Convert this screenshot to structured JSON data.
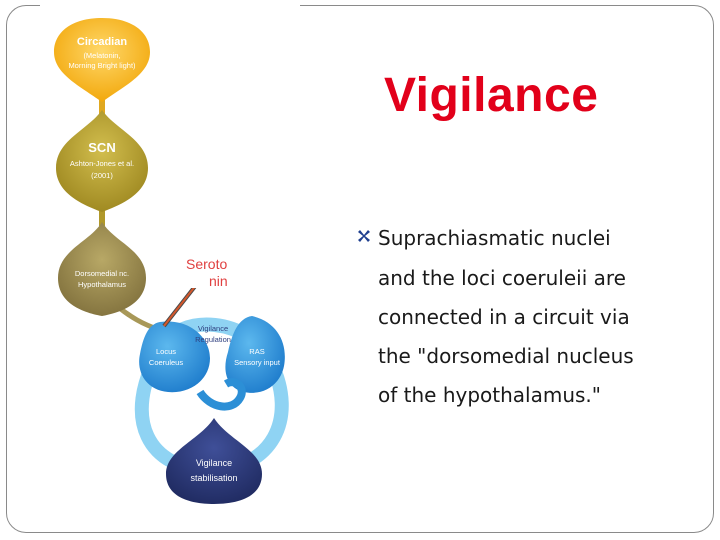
{
  "slide": {
    "title": "Vigilance",
    "bullet_lines": [
      "Suprachiasmatic nuclei",
      "and the loci coeruleii are",
      "connected in a circuit via",
      "the \"dorsomedial nucleus",
      "of the hypothalamus.\""
    ]
  },
  "diagram": {
    "circadian": {
      "title": "Circadian",
      "line1": "(Melatonin,",
      "line2": "Morning Bright light)"
    },
    "scn": {
      "title": "SCN",
      "line1": "Ashton-Jones et al.",
      "line2": "(2001)"
    },
    "dorsomedial": {
      "line1": "Dorsomedial nc.",
      "line2": "Hypothalamus"
    },
    "vigilance_regulation": {
      "line1": "Vigilance",
      "line2": "Regulation"
    },
    "locus": {
      "line1": "Locus",
      "line2": "Coeruleus"
    },
    "ras": {
      "line1": "RAS",
      "line2": "Sensory input"
    },
    "vigilance_stabilisation": {
      "line1": "Vigilance",
      "line2": "stabilisation"
    },
    "callout": {
      "line1": "Seroto",
      "line2": "nin"
    }
  },
  "colors": {
    "title": "#e2001a",
    "circadian": "#f6b817",
    "scn": "#b8a22e",
    "dorsomedial": "#9a8a4a",
    "blue_light": "#8fd3f3",
    "blue_mid": "#2c8fd6",
    "navy": "#27336f",
    "callout_fill": "#d4572b"
  }
}
